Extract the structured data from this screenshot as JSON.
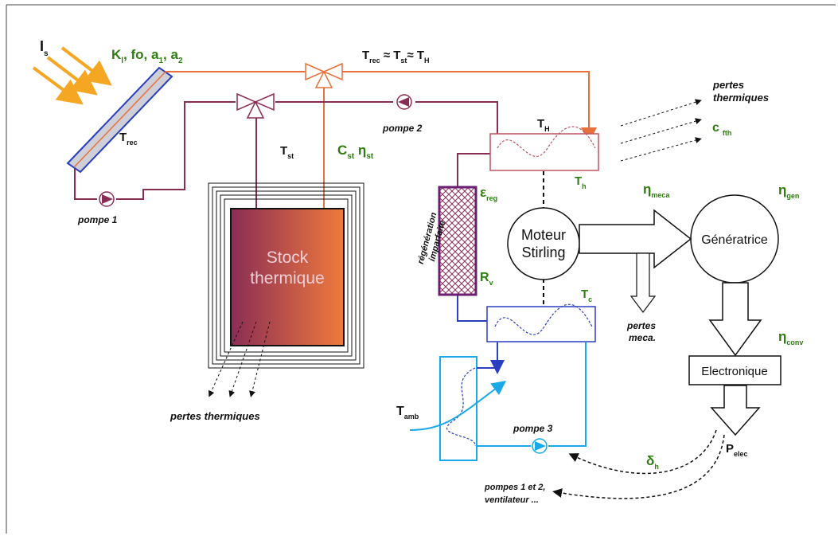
{
  "labels": {
    "irradiance": {
      "main": "I",
      "sub": "s"
    },
    "collector_params": {
      "k": "K",
      "k_sub": "l",
      "rest": ", fo, a",
      "a1_sub": "1",
      "comma": ", a",
      "a2_sub": "2"
    },
    "t_equality": {
      "t1": "T",
      "t1_sub": "rec",
      "approx1": " ≈ T",
      "t2_sub": "st",
      "approx2": "≈ T",
      "t3_sub": "H"
    },
    "t_rec": {
      "main": "T",
      "sub": "rec"
    },
    "pompe1": "pompe 1",
    "pompe2": "pompe 2",
    "pompe3": "pompe 3",
    "t_st": {
      "main": "T",
      "sub": "st"
    },
    "c_st": {
      "main": "C",
      "sub": "st",
      "eta": " η",
      "eta_sub": "st"
    },
    "stock_line1": "Stock",
    "stock_line2": "thermique",
    "pertes_thermiques_bottom": "pertes thermiques",
    "pertes_thermiques_top_1": "pertes",
    "pertes_thermiques_top_2": "thermiques",
    "c_fth": {
      "main": "c",
      "sub": "fth"
    },
    "t_H": {
      "main": "T",
      "sub": "H"
    },
    "t_h": {
      "main": "T",
      "sub": "h"
    },
    "t_c": {
      "main": "T",
      "sub": "c"
    },
    "eps_reg": {
      "main": "ε",
      "sub": "reg"
    },
    "regen_1": "régénération",
    "regen_2": "imparfaite",
    "r_v": {
      "main": "R",
      "sub": "v"
    },
    "moteur_1": "Moteur",
    "moteur_2": "Stirling",
    "eta_meca": {
      "main": "η",
      "sub": "meca"
    },
    "eta_gen": {
      "main": "η",
      "sub": "gen"
    },
    "generatrice": "Génératrice",
    "pertes_meca_1": "pertes",
    "pertes_meca_2": "meca.",
    "eta_conv": {
      "main": "η",
      "sub": "conv"
    },
    "electronique": "Electronique",
    "p_elec": {
      "main": "P",
      "sub": "elec"
    },
    "delta_h": {
      "main": "δ",
      "sub": "h"
    },
    "t_amb": {
      "main": "T",
      "sub": "amb"
    },
    "aux_1": "pompes 1 et 2,",
    "aux_2": "ventilateur ..."
  },
  "colors": {
    "hot": "#e8703a",
    "purple": "#8a2d55",
    "blue": "#2a3fbf",
    "cyan": "#1aa9e8",
    "green": "#2e7d0f",
    "sun": "#f5a623"
  }
}
